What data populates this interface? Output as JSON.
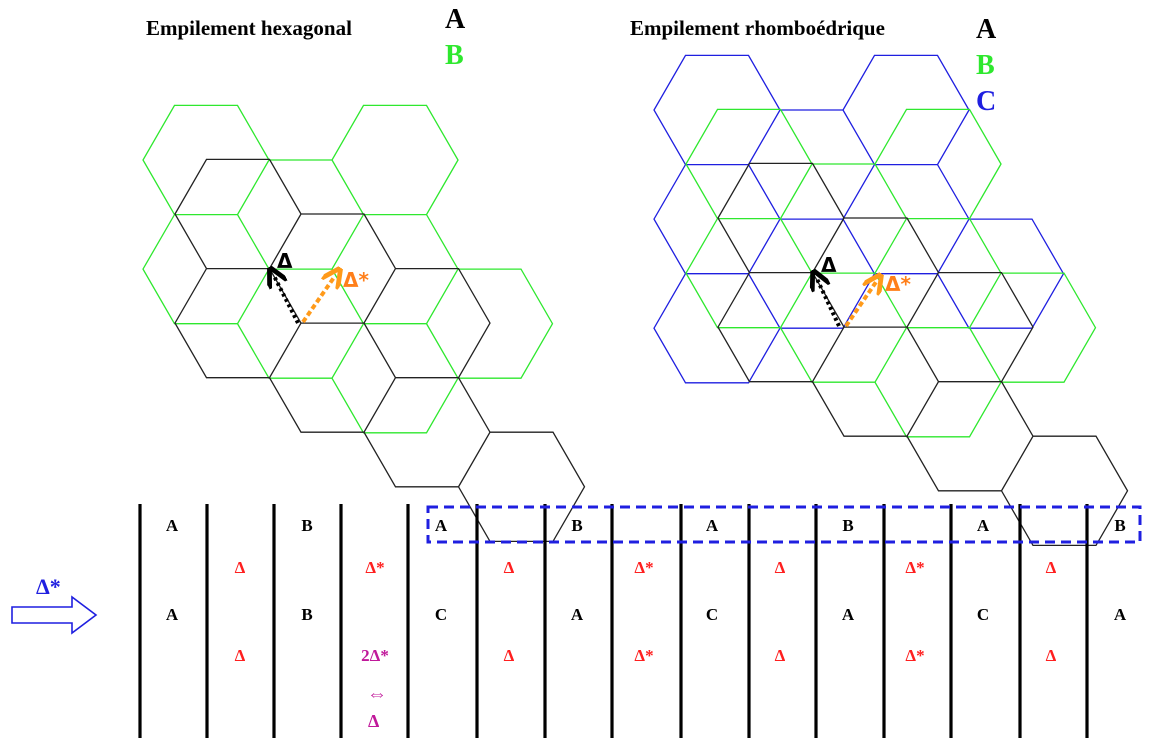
{
  "colors": {
    "layer_a": "#000000",
    "layer_b": "#2ee82e",
    "layer_c": "#1f1fe0",
    "delta_arrow": "#000000",
    "delta_star_arrow": "#ff9a1a",
    "red": "#ff1f1f",
    "magenta": "#c0189a",
    "big_arrow": "#1f1fe0"
  },
  "left_panel": {
    "title": "Empilement hexagonal",
    "legend": [
      "A",
      "B"
    ],
    "delta_label": "Δ",
    "delta_star_label": "Δ*"
  },
  "right_panel": {
    "title": "Empilement rhomboédrique",
    "legend": [
      "A",
      "B",
      "C"
    ],
    "delta_label": "Δ",
    "delta_star_label": "Δ*"
  },
  "sequence": {
    "arrow_label": "Δ*",
    "row1": [
      "A",
      "B",
      "A",
      "B",
      "A",
      "B",
      "A",
      "B"
    ],
    "row2": [
      "Δ",
      "Δ*",
      "Δ",
      "Δ*",
      "Δ",
      "Δ*",
      "Δ"
    ],
    "row3": [
      "A",
      "B",
      "C",
      "A",
      "C",
      "A",
      "C",
      "A"
    ],
    "row4": [
      "Δ",
      "2Δ*",
      "Δ",
      "Δ*",
      "Δ",
      "Δ*",
      "Δ"
    ],
    "equiv_symbol": "⇔",
    "equiv_delta": "Δ"
  }
}
